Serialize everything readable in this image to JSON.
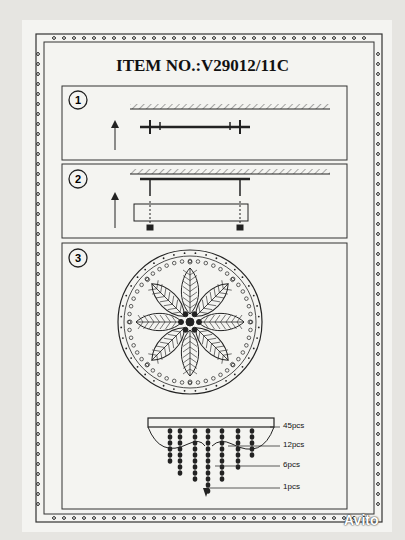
{
  "diagram": {
    "title": "ITEM NO.:V29012/11C",
    "nodes": [
      {
        "text": [
          "1"
        ]
      },
      {
        "text": [
          "2"
        ]
      },
      {
        "text": [
          "3"
        ]
      }
    ],
    "labels": [
      "45pcs",
      "12pcs",
      "6pcs",
      "1pcs",
      "Avito"
    ]
  }
}
